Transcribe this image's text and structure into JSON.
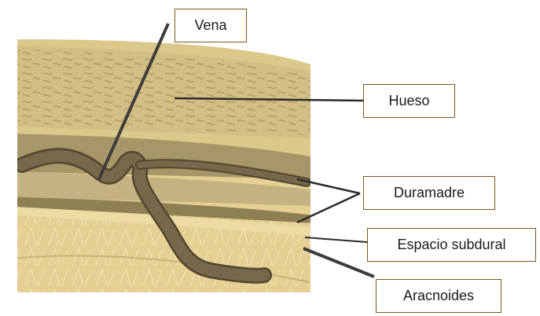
{
  "labels": {
    "vena": "Vena",
    "hueso": "Hueso",
    "duramadre": "Duramadre",
    "espacio_subdural": "Espacio subdural",
    "aracnoides": "Aracnoides"
  },
  "colors": {
    "bone_outer": "#dcc88a",
    "bone_inner": "#d3bf86",
    "bone_texture": "#b39d63",
    "dura": "#a79668",
    "dura_dark": "#8f7f55",
    "vein": "#76684a",
    "vein_outline": "#524630",
    "subdural": "#ecdca4",
    "arachnoid": "#e5cf92",
    "pointer_line": "#3d3d3d",
    "box_border": "#7a5a1c"
  }
}
